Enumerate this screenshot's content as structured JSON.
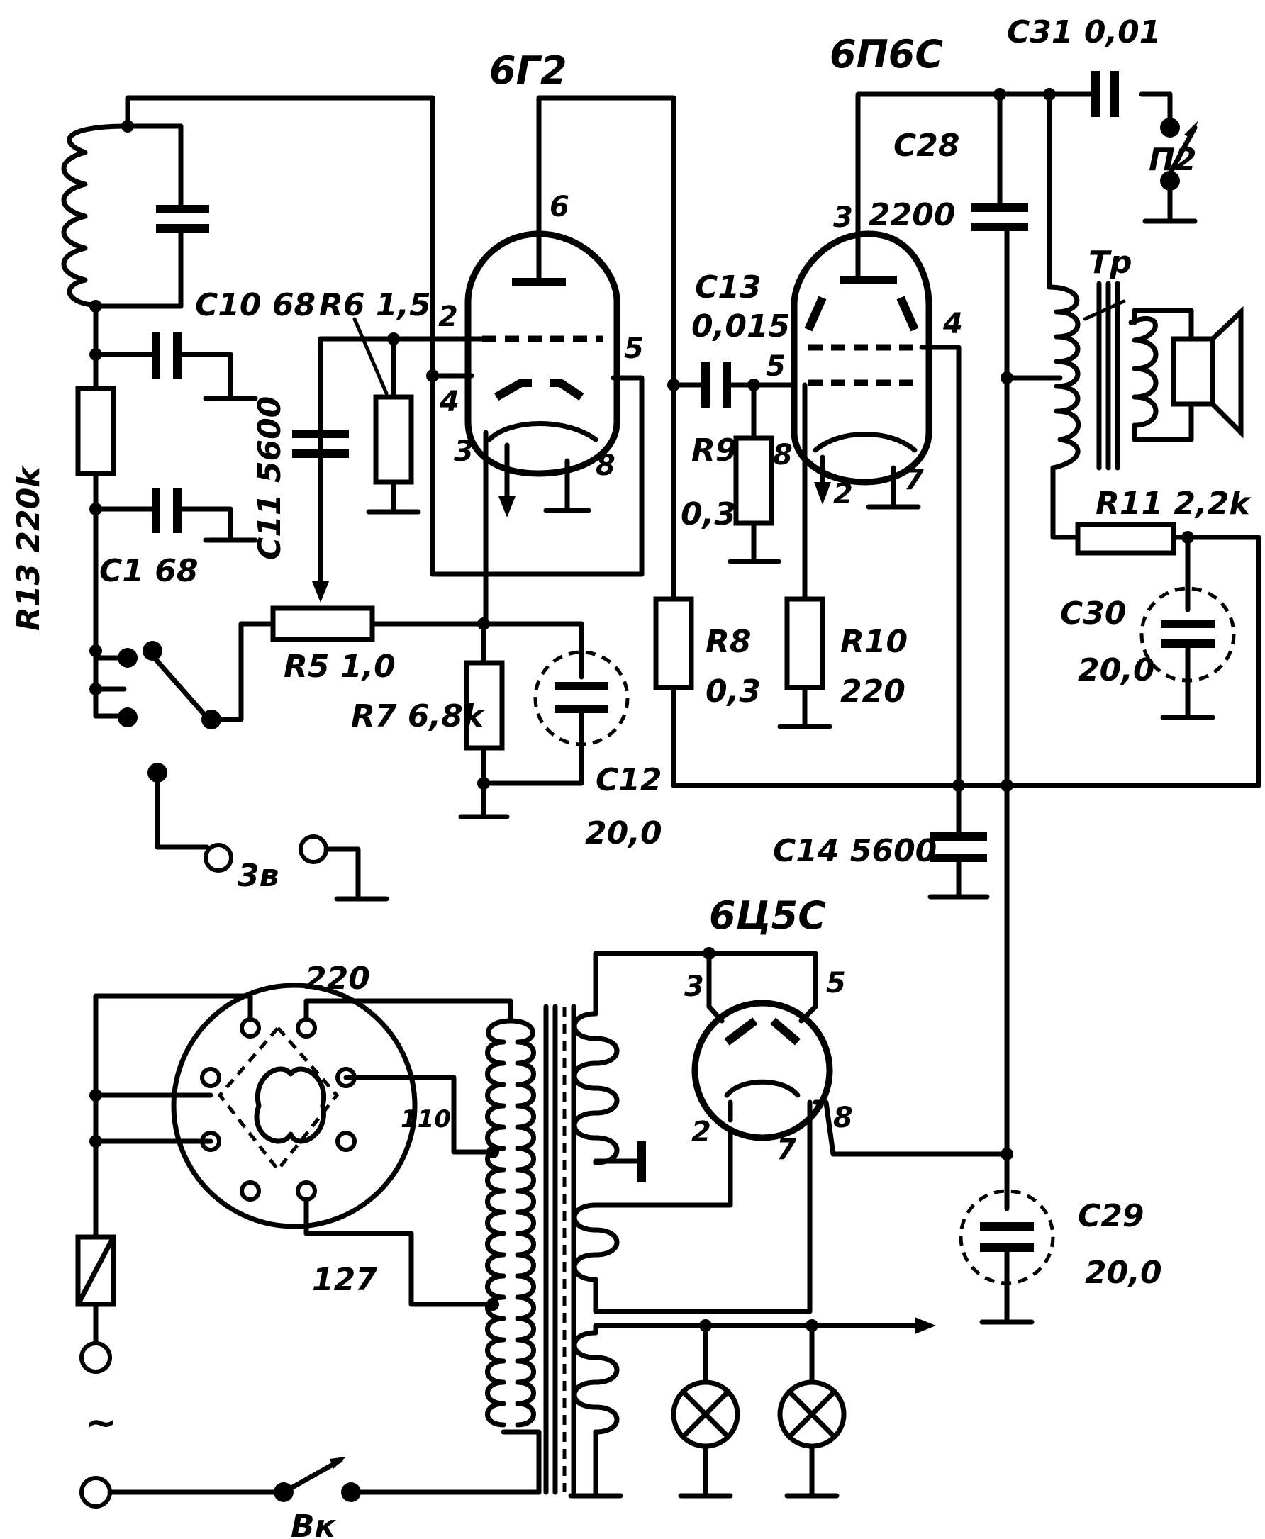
{
  "tubes": {
    "v1": "6Г2",
    "v2": "6П6С",
    "rect": "6Ц5С"
  },
  "labels": {
    "c31": "C31 0,01",
    "p2": "П2",
    "c28": "C28",
    "c28_val": "2200",
    "tr": "Tp",
    "c10": "C10 68",
    "r6": "R6 1,5",
    "c13": "C13",
    "c13_val": "0,015",
    "c11": "C11 5600",
    "r13": "R13 220k",
    "c1": "C1 68",
    "r9": "R9",
    "r9_val": "0,3",
    "r11": "R11 2,2k",
    "c30": "C30",
    "c30_val": "20,0",
    "r5": "R5 1,0",
    "r8": "R8",
    "r8_val": "0,3",
    "r10": "R10",
    "r10_val": "220",
    "r7": "R7 6,8k",
    "c12": "C12",
    "c12_val": "20,0",
    "c14": "C14 5600",
    "zv": "3в",
    "t220": "220",
    "t110": "110",
    "t127": "127",
    "c29": "C29",
    "c29_val": "20,0",
    "ac": "~",
    "vk": "Вк"
  },
  "pins": {
    "v1_6": "6",
    "v1_2": "2",
    "v1_4": "4",
    "v1_3": "3",
    "v1_5": "5",
    "v1_8": "8",
    "v2_3": "3",
    "v2_4": "4",
    "v2_5": "5",
    "v2_8": "8",
    "v2_2": "2",
    "v2_7": "7",
    "r_3": "3",
    "r_5": "5",
    "r_2": "2",
    "r_7": "7",
    "r_8": "8"
  }
}
